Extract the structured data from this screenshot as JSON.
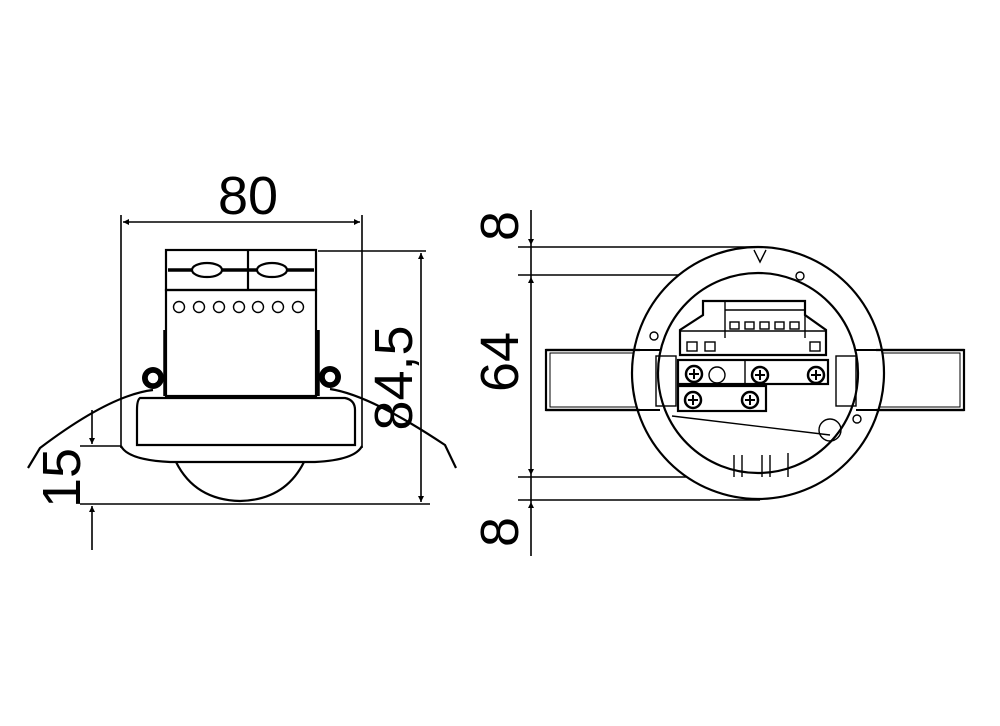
{
  "drawing": {
    "side_view": {
      "dimensions": {
        "width": "80",
        "height": "84,5",
        "dome_height": "15"
      }
    },
    "top_view": {
      "dimensions": {
        "top_margin": "8",
        "inner_diameter": "64",
        "bottom_margin": "8"
      }
    },
    "colors": {
      "line": "#000000",
      "background": "#ffffff"
    }
  }
}
